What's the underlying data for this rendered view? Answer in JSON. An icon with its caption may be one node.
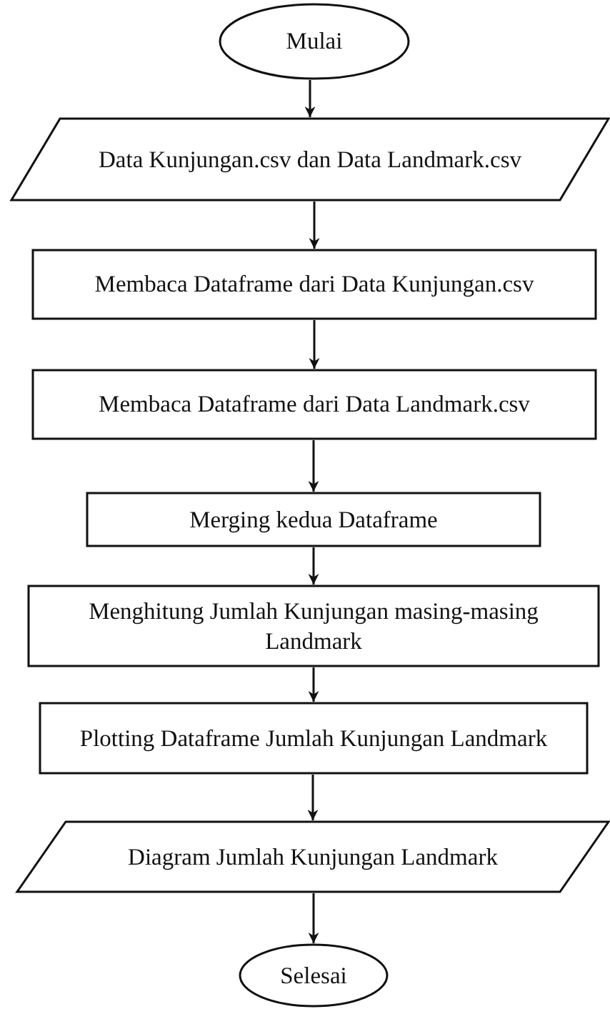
{
  "diagram": {
    "nodes": [
      {
        "text": [
          "Mulai"
        ]
      },
      {
        "text": [
          "Data Kunjungan.csv dan Data Landmark.csv"
        ]
      },
      {
        "text": [
          "Membaca Dataframe dari Data Kunjungan.csv"
        ]
      },
      {
        "text": [
          "Membaca Dataframe dari Data Landmark.csv"
        ]
      },
      {
        "text": [
          "Merging kedua Dataframe"
        ]
      },
      {
        "text": [
          "Menghitung Jumlah Kunjungan masing-masing Landmark"
        ]
      },
      {
        "text": [
          "Plotting Dataframe Jumlah Kunjungan Landmark"
        ]
      },
      {
        "text": [
          "Diagram Jumlah Kunjungan Landmark"
        ]
      },
      {
        "text": [
          "Selesai"
        ]
      }
    ],
    "edges": [
      {
        "from": 0,
        "to": 1,
        "arrow": "to"
      },
      {
        "from": 1,
        "to": 2,
        "arrow": "to"
      },
      {
        "from": 2,
        "to": 3,
        "arrow": "to"
      },
      {
        "from": 3,
        "to": 4,
        "arrow": "to"
      },
      {
        "from": 4,
        "to": 5,
        "arrow": "to"
      },
      {
        "from": 5,
        "to": 6,
        "arrow": "to"
      },
      {
        "from": 6,
        "to": 7,
        "arrow": "to"
      },
      {
        "from": 7,
        "to": 8,
        "arrow": "to"
      }
    ]
  }
}
